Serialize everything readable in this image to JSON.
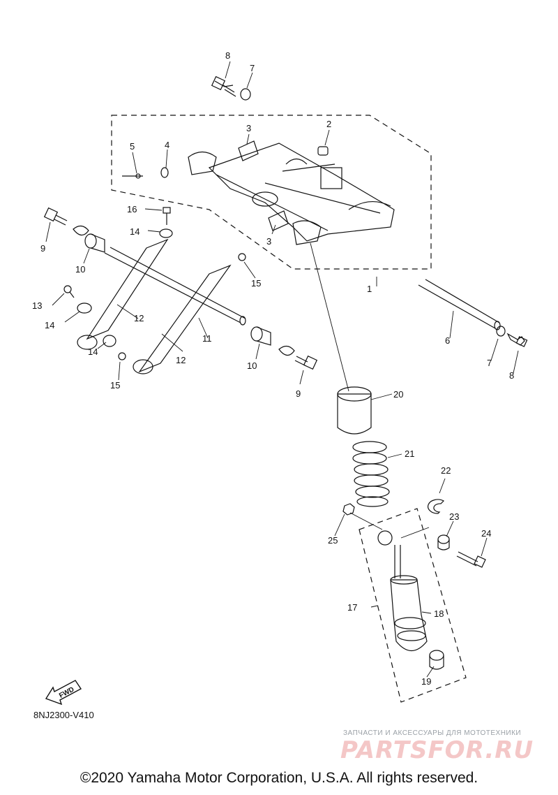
{
  "callouts": {
    "c1": "1",
    "c2": "2",
    "c3a": "3",
    "c3b": "3",
    "c4": "4",
    "c5": "5",
    "c6": "6",
    "c7a": "7",
    "c7b": "7",
    "c8a": "8",
    "c8b": "8",
    "c9a": "9",
    "c9b": "9",
    "c10a": "10",
    "c10b": "10",
    "c11": "11",
    "c12a": "12",
    "c12b": "12",
    "c13": "13",
    "c14a": "14",
    "c14b": "14",
    "c14c": "14",
    "c15a": "15",
    "c15b": "15",
    "c16": "16",
    "c17": "17",
    "c18": "18",
    "c19": "19",
    "c20": "20",
    "c21": "21",
    "c22": "22",
    "c23": "23",
    "c24": "24",
    "c25": "25"
  },
  "fwd_label": "FWD",
  "diagram_code": "8NJ2300-V410",
  "watermark": {
    "tagline": "ЗАПЧАСТИ И АКСЕССУАРЫ ДЛЯ МОТОТЕХНИКИ",
    "logo": "PARTSFOR.RU"
  },
  "copyright": "©2020 Yamaha Motor Corporation, U.S.A. All rights reserved."
}
